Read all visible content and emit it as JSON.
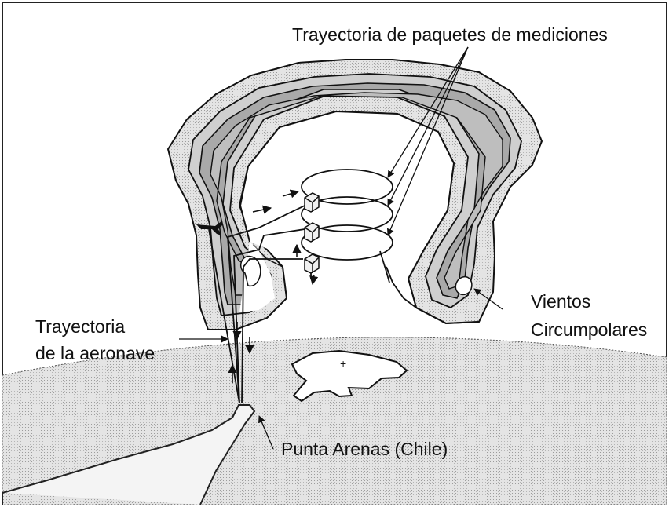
{
  "labels": {
    "packet_paths": "Trayectoria de paquetes de mediciones",
    "aircraft_path_line1": "Trayectoria",
    "aircraft_path_line2": "de la aeronave",
    "winds_line1": "Vientos",
    "winds_line2": "Circumpolares",
    "punta_arenas": "Punta Arenas (Chile)"
  },
  "icons": [
    "airplane-icon",
    "measurement-package-icon"
  ],
  "colors": {
    "border": "#222222",
    "earth_fill": "#e2e2e2",
    "band_light": "#d7d7d7",
    "band_mid": "#bdbdbd",
    "band_dark": "#9a9a9a",
    "ink": "#111111"
  }
}
